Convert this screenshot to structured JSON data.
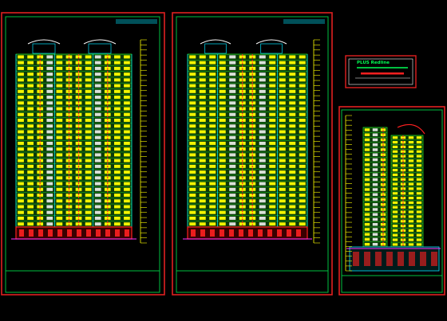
{
  "canvas": {
    "background": "#000000"
  },
  "colors": {
    "frame_red": "#e02020",
    "frame_green": "#00c040",
    "body_green": "#22cc22",
    "window_yellow": "#ffff00",
    "cyan": "#00e5ff",
    "red": "#ff2020",
    "white": "#ffffff",
    "magenta": "#ff33ff"
  },
  "sheets": [
    {
      "id": "front-elevation",
      "kind": "elevation"
    },
    {
      "id": "rear-elevation",
      "kind": "elevation"
    },
    {
      "id": "side-elevation",
      "kind": "elevation"
    }
  ],
  "legend_box": {
    "title": "PLUS Redline",
    "colors": [
      "#00c040",
      "#ff2020"
    ]
  },
  "drawing_titles": {
    "front": "",
    "rear": "",
    "side": ""
  }
}
